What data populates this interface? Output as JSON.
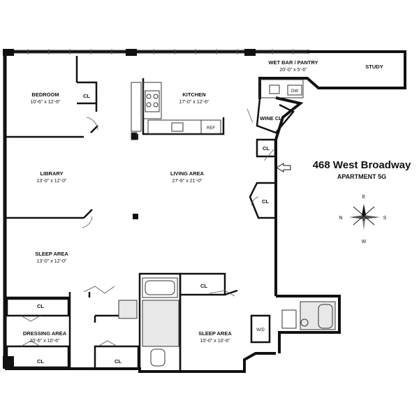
{
  "title": {
    "address": "468 West Broadway",
    "unit": "APARTMENT 5G"
  },
  "compass": {
    "north": "N",
    "east": "E",
    "south": "S",
    "west": "W"
  },
  "rooms": {
    "bedroom": {
      "name": "BEDROOM",
      "dims": "10'-6\" x 12'-6\""
    },
    "kitchen": {
      "name": "KITCHEN",
      "dims": "17'-0\" x 12'-6\""
    },
    "wet_bar": {
      "name": "WET BAR / PANTRY",
      "dims": "20'-0\" x 5'-6\""
    },
    "study": {
      "name": "STUDY"
    },
    "library": {
      "name": "LIBRARY",
      "dims": "13'-0\" x 12'-0\""
    },
    "living": {
      "name": "LIVING AREA",
      "dims": "27'-6\" x 21'-0\""
    },
    "sleep1": {
      "name": "SLEEP AREA",
      "dims": "13'-0\" x 12'-0\""
    },
    "sleep2": {
      "name": "SLEEP AREA",
      "dims": "10'-0\" x 10'-6\""
    },
    "dressing": {
      "name": "DRESSING AREA",
      "dims": "20'-6\" x 10'-6\""
    },
    "wine_cl": {
      "name": "WINE CL"
    }
  },
  "closets": {
    "cl_bedroom": "CL",
    "cl_entry": "CL",
    "cl_living": "CL",
    "cl_bath": "CL",
    "cl_dress_top": "CL",
    "cl_dress_bot": "CL",
    "cl_hall_bot": "CL"
  },
  "fixtures": {
    "dishwasher": "DW",
    "refrigerator": "REF",
    "washer_dryer": "W/D"
  }
}
